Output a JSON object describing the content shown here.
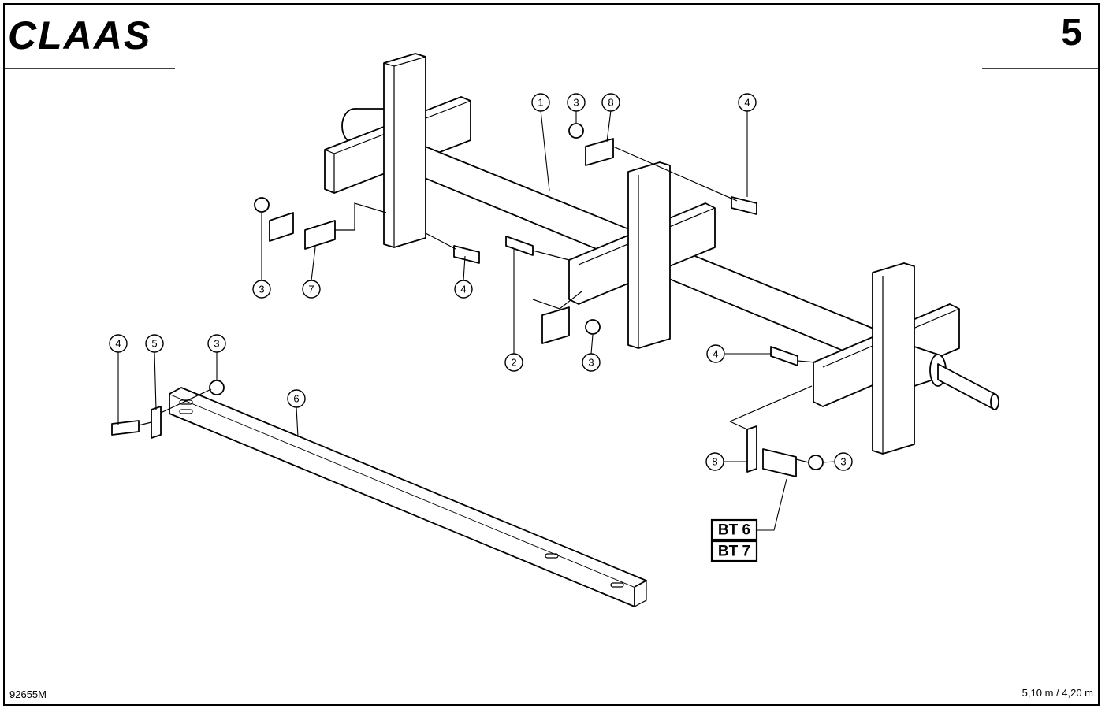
{
  "header": {
    "brand": "CLAAS",
    "page_number": "5"
  },
  "footer": {
    "drawing_code": "92655M",
    "working_width": "5,10 m / 4,20 m"
  },
  "callouts": [
    {
      "id": "c1",
      "label": "1"
    },
    {
      "id": "c3a",
      "label": "3"
    },
    {
      "id": "c8a",
      "label": "8"
    },
    {
      "id": "c4a",
      "label": "4"
    },
    {
      "id": "c3b",
      "label": "3"
    },
    {
      "id": "c7",
      "label": "7"
    },
    {
      "id": "c4b",
      "label": "4"
    },
    {
      "id": "c2",
      "label": "2"
    },
    {
      "id": "c3c",
      "label": "3"
    },
    {
      "id": "c4c",
      "label": "4"
    },
    {
      "id": "c5",
      "label": "5"
    },
    {
      "id": "c3d",
      "label": "3"
    },
    {
      "id": "c6",
      "label": "6"
    },
    {
      "id": "c4d",
      "label": "4"
    },
    {
      "id": "c8b",
      "label": "8"
    },
    {
      "id": "c3e",
      "label": "3"
    }
  ],
  "references": [
    {
      "id": "ref1",
      "label": "BT 6"
    },
    {
      "id": "ref2",
      "label": "BT 7"
    }
  ]
}
